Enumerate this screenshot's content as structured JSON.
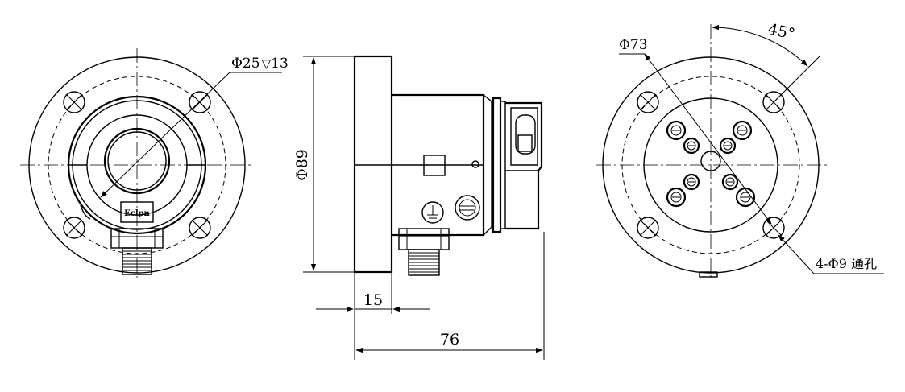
{
  "dimensions": {
    "left_bore": "Φ25",
    "left_bore_depth": "13",
    "flange_diameter": "Φ89",
    "flange_thickness": "15",
    "overall_length": "76",
    "pcd": "Φ73",
    "angle": "45°",
    "holes": "4-Φ9 通孔"
  },
  "labels": {
    "brand_plate": "Eclpn"
  },
  "colors": {
    "line": "#000000",
    "background": "#ffffff"
  }
}
